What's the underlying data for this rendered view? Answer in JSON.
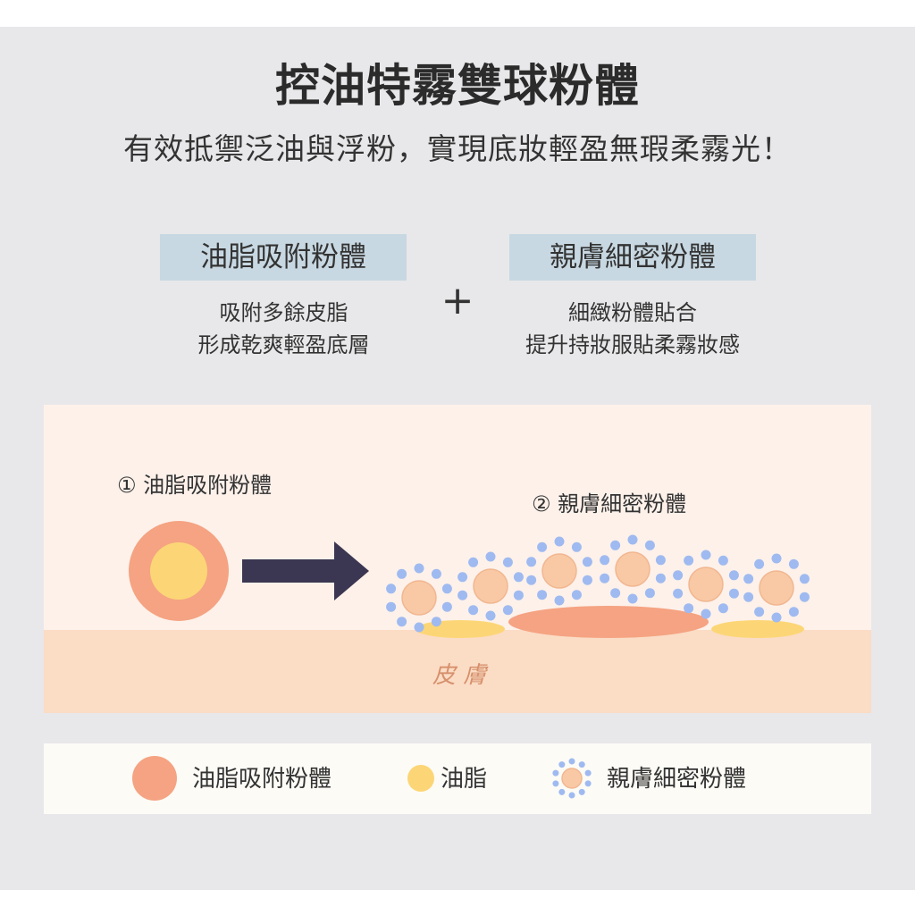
{
  "header": {
    "title": "控油特霧雙球粉體",
    "subtitle": "有效抵禦泛油與浮粉，實現底妝輕盈無瑕柔霧光！"
  },
  "features": {
    "left": {
      "tag": "油脂吸附粉體",
      "line1": "吸附多餘皮脂",
      "line2": "形成乾爽輕盈底層"
    },
    "plus": "+",
    "right": {
      "tag": "親膚細密粉體",
      "line1": "細緻粉體貼合",
      "line2": "提升持妝服貼柔霧妝感"
    }
  },
  "diagram": {
    "step1_label": "① 油脂吸附粉體",
    "step2_label": "② 親膚細密粉體",
    "skin_label": "皮 膚"
  },
  "legend": {
    "item1": "油脂吸附粉體",
    "item2": "油脂",
    "item3": "親膚細密粉體"
  },
  "colors": {
    "panel_bg": "#e8e8ea",
    "diagram_bg": "#fdf1ea",
    "skin": "#fbdcc5",
    "absorb_powder": "#f5a382",
    "oil": "#fcd676",
    "fine_powder_core": "#f9c9a5",
    "fine_dots": "#9fbaf0",
    "arrow": "#3b3752",
    "tag_bg": "#c8d8e2",
    "skin_text": "#d6906b"
  }
}
